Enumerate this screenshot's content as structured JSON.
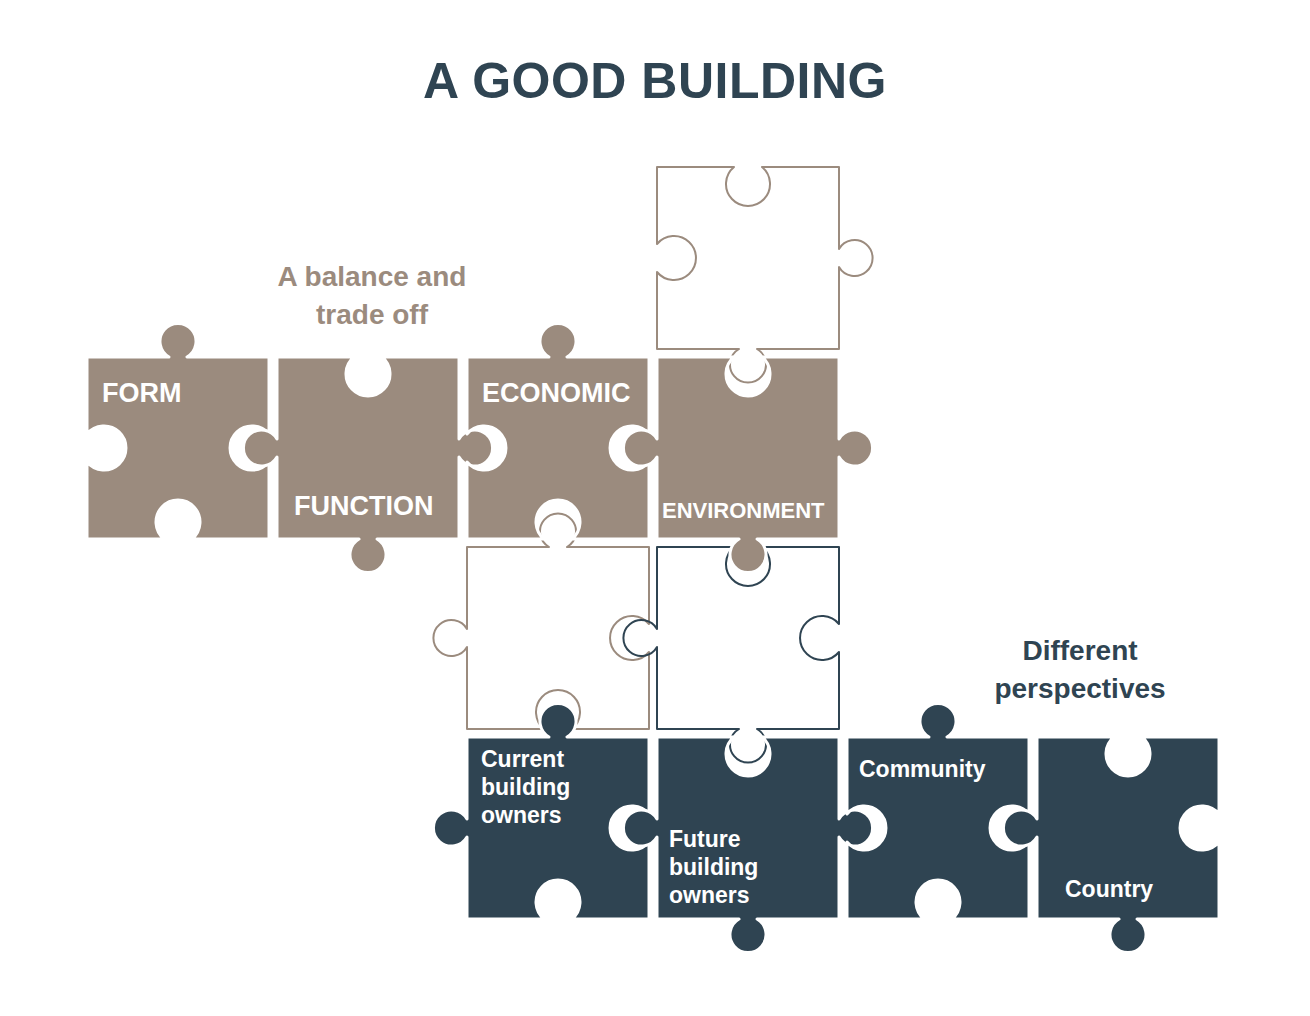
{
  "diagram": {
    "title": "A GOOD BUILDING",
    "nodes": [
      {
        "text": [
          "FORM"
        ]
      },
      {
        "text": [
          "FUNCTION"
        ]
      },
      {
        "text": [
          "ECONOMIC"
        ]
      },
      {
        "text": [
          "ENVIRONMENT"
        ]
      },
      {
        "text": [
          "Current building owners"
        ]
      },
      {
        "text": [
          "Future building owners"
        ]
      },
      {
        "text": [
          "Community"
        ]
      },
      {
        "text": [
          "Country"
        ]
      }
    ],
    "labels": [
      "A balance and trade off",
      "Different perspectives"
    ]
  }
}
